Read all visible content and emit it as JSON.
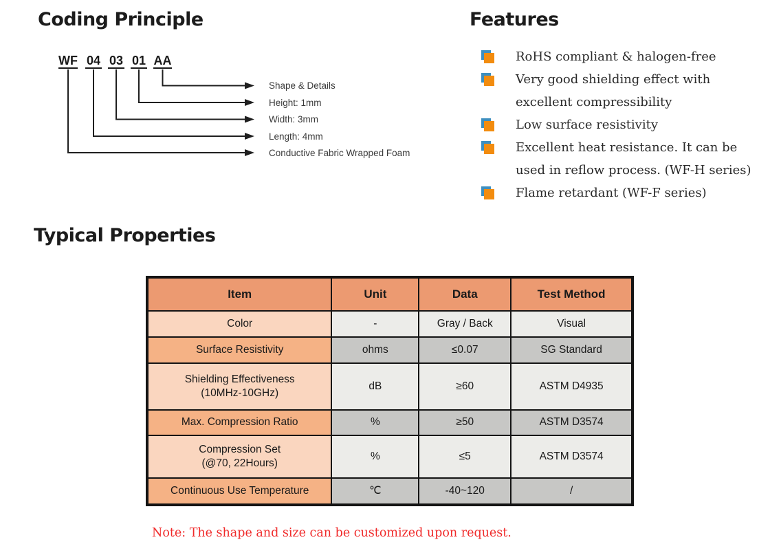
{
  "coding_principle": {
    "title": "Coding Principle",
    "code_segments": [
      "WF",
      "04",
      "03",
      "01",
      "AA"
    ],
    "labels": [
      "Shape & Details",
      "Height: 1mm",
      "Width: 3mm",
      "Length: 4mm",
      "Conductive Fabric Wrapped Foam"
    ]
  },
  "features": {
    "title": "Features",
    "bullet_colors": {
      "orange": "#f28c0f",
      "blue": "#3e8fbf"
    },
    "items": [
      {
        "lines": [
          "RoHS compliant & halogen-free"
        ]
      },
      {
        "lines": [
          "Very good shielding effect with",
          "excellent compressibility"
        ]
      },
      {
        "lines": [
          "Low surface resistivity"
        ]
      },
      {
        "lines": [
          "Excellent heat resistance. It can be",
          "used in reflow process. (WF-H series)"
        ]
      },
      {
        "lines": [
          "Flame retardant (WF-F series)"
        ]
      }
    ]
  },
  "typical_properties": {
    "title": "Typical Properties",
    "table": {
      "headers": [
        "Item",
        "Unit",
        "Data",
        "Test Method"
      ],
      "rows": [
        {
          "item": "Color",
          "unit": "-",
          "data": "Gray / Back",
          "test_method": "Visual"
        },
        {
          "item": "Surface Resistivity",
          "unit": "ohms",
          "data": "≤0.07",
          "test_method": "SG Standard"
        },
        {
          "item_lines": [
            "Shielding Effectiveness",
            "(10MHz-10GHz)"
          ],
          "unit": "dB",
          "data": "≥60",
          "test_method": "ASTM D4935"
        },
        {
          "item": "Max. Compression Ratio",
          "unit": "%",
          "data": "≥50",
          "test_method": "ASTM D3574"
        },
        {
          "item_lines": [
            "Compression Set",
            "(@70, 22Hours)"
          ],
          "unit": "%",
          "data": "≤5",
          "test_method": "ASTM D3574"
        },
        {
          "item": "Continuous Use Temperature",
          "unit": "℃",
          "data": "-40~120",
          "test_method": "/"
        }
      ]
    },
    "note": "Note: The shape and size can be customized upon request."
  },
  "colors": {
    "table_header_bg": "#ec9a71",
    "item_light_bg": "#fad6bf",
    "item_medium_bg": "#f5b285",
    "cell_light_bg": "#ececе9",
    "cell_medium_bg": "#c7c7c5",
    "note_red": "#f02a2a"
  }
}
